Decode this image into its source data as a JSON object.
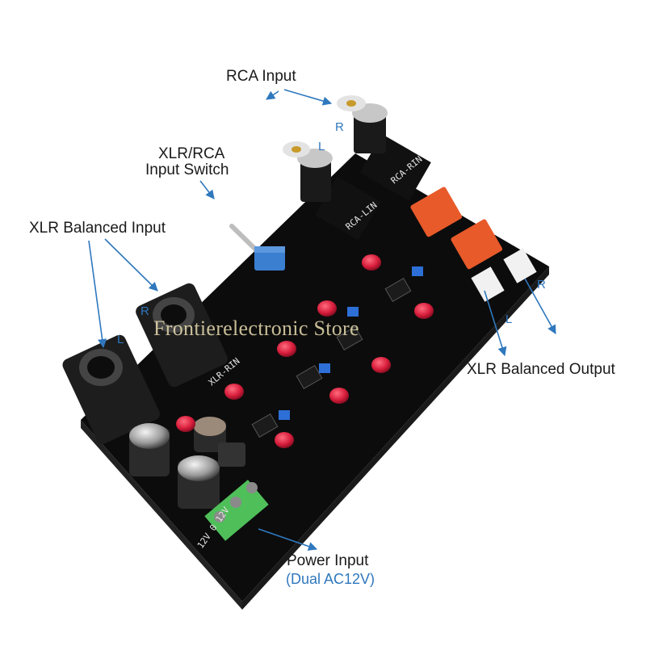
{
  "labels": {
    "rca_input": "RCA Input",
    "xlr_rca_switch_line1": "XLR/RCA",
    "xlr_rca_switch_line2": "Input Switch",
    "xlr_balanced_input": "XLR Balanced Input",
    "xlr_balanced_output": "XLR Balanced Output",
    "power_input": "Power Input",
    "power_input_sub": "(Dual AC12V)"
  },
  "channel_markers": {
    "rca_right": "R",
    "rca_left": "L",
    "xlr_in_right": "R",
    "xlr_in_left": "L",
    "xlr_out_right": "R",
    "xlr_out_left": "L"
  },
  "board_markings": {
    "rca_rin": "RCA-RIN",
    "rca_lin": "RCA-LIN",
    "xlr_rin": "XLR-RIN",
    "power_terminal": "12V 0 12V"
  },
  "watermark": "Frontierelectronic Store",
  "colors": {
    "board": "#0c0c0c",
    "callout_blue": "#2f78bd",
    "terminal_green": "#4fbf5a",
    "relay_orange": "#e85a2a",
    "switch_blue": "#3a7fd0"
  }
}
